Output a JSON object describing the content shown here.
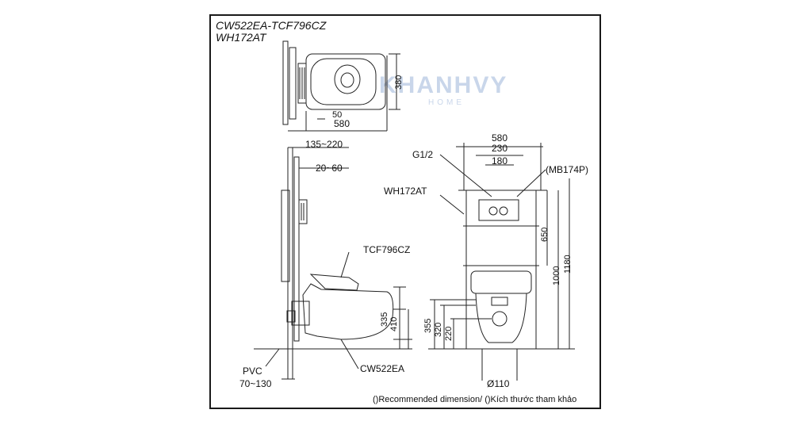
{
  "title": {
    "model_line1": "CW522EA-TCF796CZ",
    "model_line2": "WH172AT"
  },
  "watermark": {
    "brand": "KHANHVY",
    "sub": "HOME"
  },
  "top_view": {
    "dim_width": "580",
    "dim_offset": "50",
    "dim_depth": "380"
  },
  "side_view": {
    "dim_wall_range": "135~220",
    "dim_cover_range": "20~60",
    "label_seat": "TCF796CZ",
    "label_bowl": "CW522EA",
    "label_pvc": "PVC",
    "dim_pvc_range": "70~130",
    "dim_335": "335",
    "dim_410": "410"
  },
  "front_view": {
    "dim_580": "580",
    "dim_230": "230",
    "dim_180": "180",
    "label_g12": "G1/2",
    "label_plate": "(MB174P)",
    "label_frame": "WH172AT",
    "dim_650": "650",
    "dim_1000": "1000",
    "dim_1180": "1180",
    "dim_355": "355",
    "dim_320": "320",
    "dim_220": "220",
    "dim_pipe": "Ø110"
  },
  "note": "()Recommended dimension/ ()Kích thước tham khảo"
}
